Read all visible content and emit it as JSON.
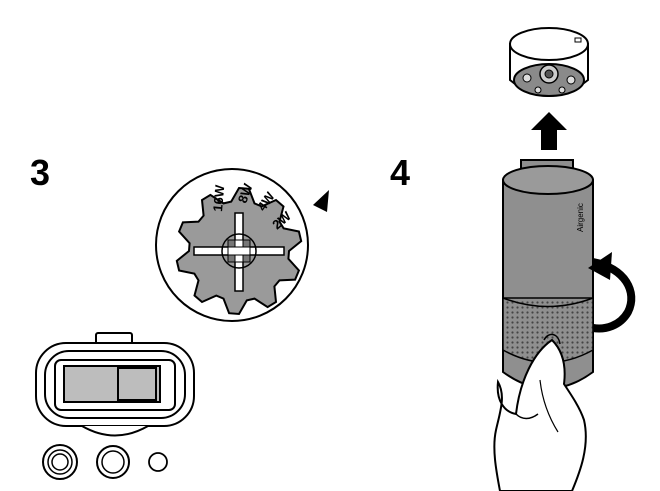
{
  "steps": {
    "step3_number": "3",
    "step4_number": "4"
  },
  "dial": {
    "settings": [
      "16W",
      "8W",
      "4W",
      "2W"
    ]
  },
  "filter": {
    "brand": "Airgenic"
  },
  "colors": {
    "ink": "#000000",
    "dial_gray": "#9a9a9a",
    "filter_gray": "#8f8f8f",
    "panel_gray": "#bdbdbd",
    "page": "#ffffff"
  }
}
